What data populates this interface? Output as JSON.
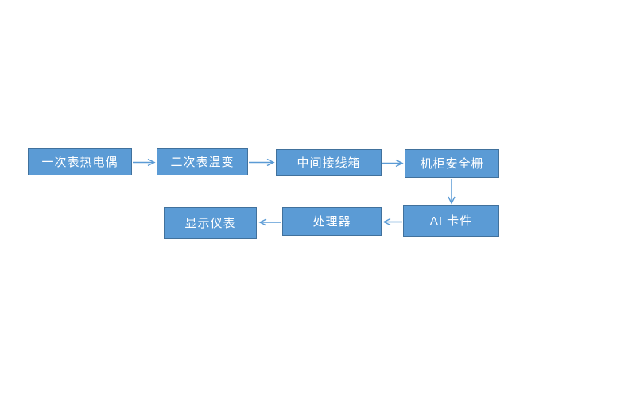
{
  "diagram": {
    "type": "flowchart",
    "background_color": "#ffffff",
    "node_fill_color": "#5b9bd5",
    "node_border_color": "#41719c",
    "arrow_color": "#5b9bd5",
    "text_color": "#ffffff",
    "nodes": [
      {
        "id": "primary-thermocouple",
        "label": "一次表热电偶"
      },
      {
        "id": "secondary-transmitter",
        "label": "二次表温变"
      },
      {
        "id": "junction-box",
        "label": "中间接线箱"
      },
      {
        "id": "safety-barrier",
        "label": "机柜安全栅"
      },
      {
        "id": "ai-card",
        "label": "AI 卡件"
      },
      {
        "id": "processor",
        "label": "处理器"
      },
      {
        "id": "display-instrument",
        "label": "显示仪表"
      }
    ],
    "edges": [
      {
        "from": "一次表热电偶",
        "to": "二次表温变",
        "direction": "right"
      },
      {
        "from": "二次表温变",
        "to": "中间接线箱",
        "direction": "right"
      },
      {
        "from": "中间接线箱",
        "to": "机柜安全栅",
        "direction": "right"
      },
      {
        "from": "机柜安全栅",
        "to": "AI 卡件",
        "direction": "down"
      },
      {
        "from": "AI 卡件",
        "to": "处理器",
        "direction": "left"
      },
      {
        "from": "处理器",
        "to": "显示仪表",
        "direction": "left"
      }
    ]
  }
}
